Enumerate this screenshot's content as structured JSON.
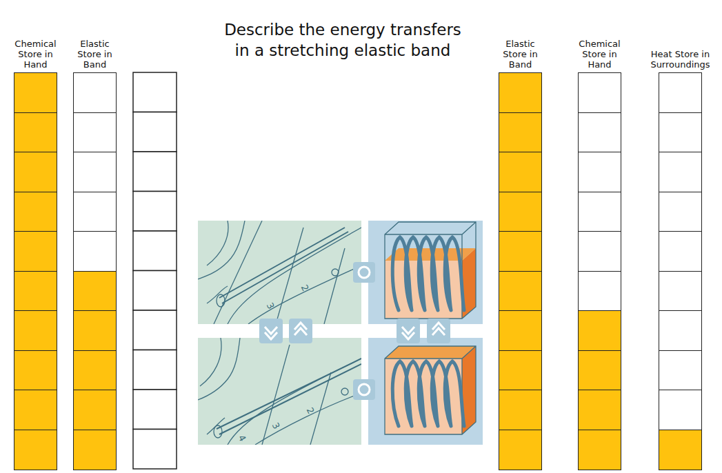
{
  "diagram": {
    "title": "Describe the energy transfers in a stretching elastic band",
    "nodes": [
      {
        "text": [
          "Chemical Store in Hand"
        ]
      },
      {
        "text": [
          "Elastic Store in Band"
        ]
      },
      {
        "text": [
          "Elastic Store in Band"
        ]
      },
      {
        "text": [
          "Chemical Store in Hand"
        ]
      },
      {
        "text": [
          "Heat Store in Surroundings"
        ]
      }
    ],
    "labels": [
      "3",
      "2",
      "3",
      "2",
      "4"
    ]
  }
}
